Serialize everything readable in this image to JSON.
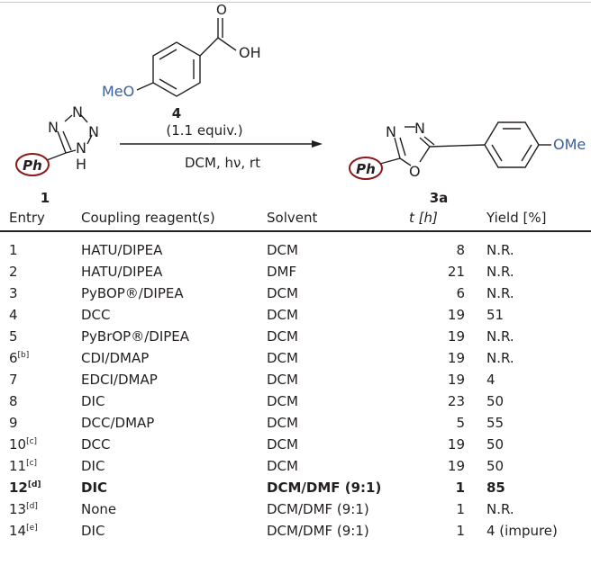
{
  "scheme": {
    "reagent_label": "4",
    "reagent_substituent": "MeO",
    "reagent_group": "OH",
    "reagent_oxygen": "O",
    "reagent_equiv": "(1.1 equiv.)",
    "conditions": "DCM, hν, rt",
    "start_label": "1",
    "product_label": "3a",
    "ph_label": "Ph",
    "product_substituent": "OMe",
    "n": "N",
    "nh": "H",
    "o": "O"
  },
  "table": {
    "headers": {
      "entry": "Entry",
      "reagent": "Coupling reagent(s)",
      "solvent": "Solvent",
      "time": "t [h]",
      "yield": "Yield [%]"
    },
    "rows": [
      {
        "entry": "1",
        "note": "",
        "reagent": "HATU/DIPEA",
        "solvent": "DCM",
        "time": "8",
        "yield": "N.R."
      },
      {
        "entry": "2",
        "note": "",
        "reagent": "HATU/DIPEA",
        "solvent": "DMF",
        "time": "21",
        "yield": "N.R."
      },
      {
        "entry": "3",
        "note": "",
        "reagent": "PyBOP®/DIPEA",
        "solvent": "DCM",
        "time": "6",
        "yield": "N.R."
      },
      {
        "entry": "4",
        "note": "",
        "reagent": "DCC",
        "solvent": "DCM",
        "time": "19",
        "yield": "51"
      },
      {
        "entry": "5",
        "note": "",
        "reagent": "PyBrOP®/DIPEA",
        "solvent": "DCM",
        "time": "19",
        "yield": "N.R."
      },
      {
        "entry": "6",
        "note": "[b]",
        "reagent": "CDI/DMAP",
        "solvent": "DCM",
        "time": "19",
        "yield": "N.R."
      },
      {
        "entry": "7",
        "note": "",
        "reagent": "EDCI/DMAP",
        "solvent": "DCM",
        "time": "19",
        "yield": "4"
      },
      {
        "entry": "8",
        "note": "",
        "reagent": "DIC",
        "solvent": "DCM",
        "time": "23",
        "yield": "50"
      },
      {
        "entry": "9",
        "note": "",
        "reagent": "DCC/DMAP",
        "solvent": "DCM",
        "time": "5",
        "yield": "55"
      },
      {
        "entry": "10",
        "note": "[c]",
        "reagent": "DCC",
        "solvent": "DCM",
        "time": "19",
        "yield": "50"
      },
      {
        "entry": "11",
        "note": "[c]",
        "reagent": "DIC",
        "solvent": "DCM",
        "time": "19",
        "yield": "50"
      },
      {
        "entry": "12",
        "note": "[d]",
        "reagent": "DIC",
        "solvent": "DCM/DMF (9:1)",
        "time": "1",
        "yield": "85",
        "bold": true
      },
      {
        "entry": "13",
        "note": "[d]",
        "reagent": "None",
        "solvent": "DCM/DMF (9:1)",
        "time": "1",
        "yield": "N.R."
      },
      {
        "entry": "14",
        "note": "[e]",
        "reagent": "DIC",
        "solvent": "DCM/DMF (9:1)",
        "time": "1",
        "yield": "4 (impure)"
      }
    ]
  }
}
